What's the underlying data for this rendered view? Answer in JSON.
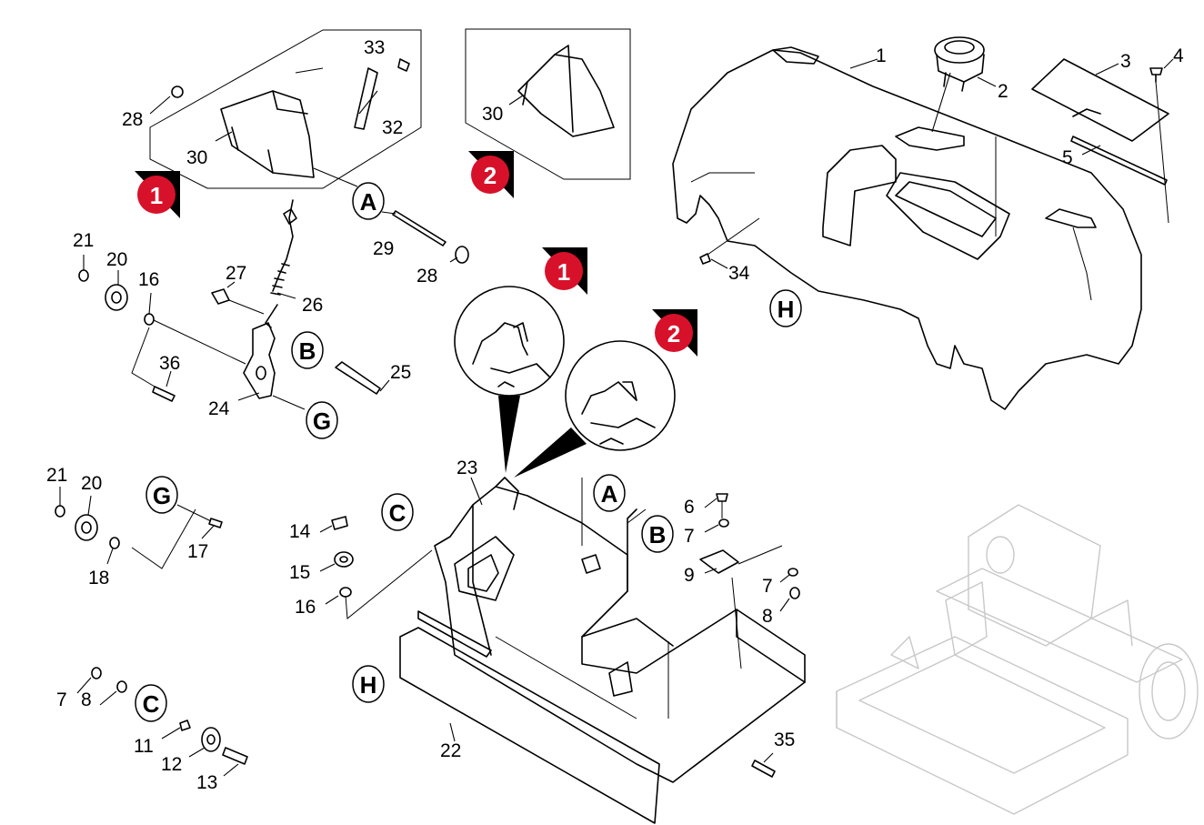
{
  "parts": {
    "p1": "1",
    "p2": "2",
    "p3": "3",
    "p4": "4",
    "p5": "5",
    "p6": "6",
    "p7a": "7",
    "p7b": "7",
    "p7c": "7",
    "p8a": "8",
    "p8b": "8",
    "p9": "9",
    "p11": "11",
    "p12": "12",
    "p13": "13",
    "p14": "14",
    "p15": "15",
    "p16a": "16",
    "p16b": "16",
    "p17": "17",
    "p18": "18",
    "p20a": "20",
    "p20b": "20",
    "p21a": "21",
    "p21b": "21",
    "p22": "22",
    "p23": "23",
    "p24": "24",
    "p25": "25",
    "p26": "26",
    "p27": "27",
    "p28a": "28",
    "p28b": "28",
    "p29": "29",
    "p30a": "30",
    "p30b": "30",
    "p32": "32",
    "p33": "33",
    "p34": "34",
    "p35": "35",
    "p36": "36"
  },
  "refs": {
    "A1": "A",
    "A2": "A",
    "B1": "B",
    "B2": "B",
    "C1": "C",
    "C2": "C",
    "G1": "G",
    "G2": "G",
    "H1": "H",
    "H2": "H"
  },
  "variants": {
    "v1a": "1",
    "v2a": "2",
    "v1b": "1",
    "v2b": "2"
  },
  "colors": {
    "variant_marker": "#d8112a",
    "line": "#000000",
    "ghost": "#c8c8c8"
  }
}
